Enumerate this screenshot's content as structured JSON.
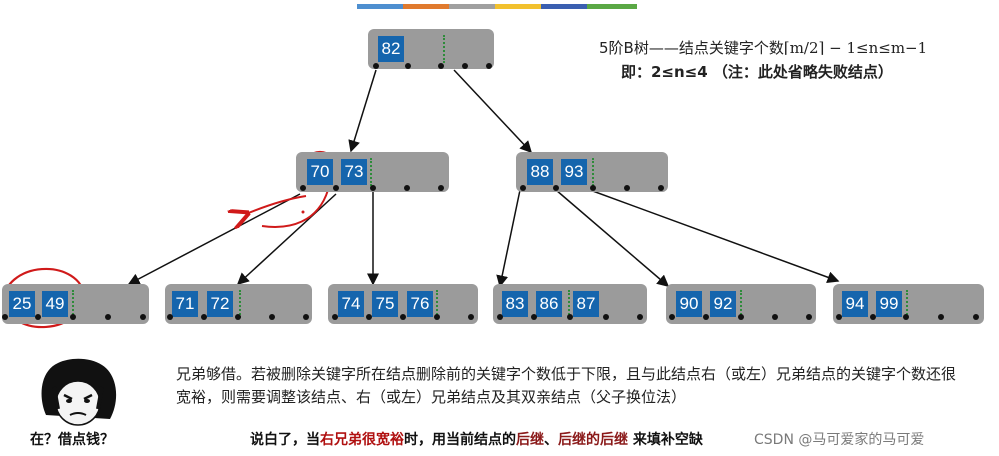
{
  "colors": {
    "key_fill": "#1565ad",
    "node_fill": "#9b9b9b",
    "separator": "#2e8b3a",
    "highlight_red": "#d01a1a",
    "colorbar": [
      "#4e8fd0",
      "#e07a2e",
      "#a0a0a0",
      "#f2c12e",
      "#3b5fb0",
      "#5aa845"
    ]
  },
  "header": {
    "line1_prefix": "5阶B树——结点关键字个数",
    "line1_formula": "⌈m/2⌉ − 1≤n≤m−1",
    "line2": "即：2≤n≤4 （注：此处省略失败结点）"
  },
  "tree": {
    "root": {
      "keys": [
        "82"
      ]
    },
    "level1": [
      {
        "keys": [
          "70",
          "73"
        ]
      },
      {
        "keys": [
          "88",
          "93"
        ]
      }
    ],
    "leaves": [
      {
        "keys": [
          "25",
          "49"
        ]
      },
      {
        "keys": [
          "71",
          "72"
        ]
      },
      {
        "keys": [
          "74",
          "75",
          "76"
        ]
      },
      {
        "keys": [
          "83",
          "86",
          "87"
        ]
      },
      {
        "keys": [
          "90",
          "92"
        ]
      },
      {
        "keys": [
          "94",
          "99"
        ]
      }
    ]
  },
  "explanation": {
    "paragraph": "兄弟够借。若被删除关键字所在结点删除前的关键字个数低于下限，且与此结点右（或左）兄弟结点的关键字个数还很宽裕，则需要调整该结点、右（或左）兄弟结点及其双亲结点（父子换位法）",
    "summary_pre": "说白了，当",
    "summary_red1": "右兄弟很宽裕",
    "summary_mid": "时，用当前结点的",
    "summary_red2": "后继",
    "summary_sep": "、",
    "summary_red3": "后继的后继",
    "summary_post": " 来填补空缺"
  },
  "meme": {
    "caption": "在？借点钱？"
  },
  "credit": "CSDN @马可爱家的马可爱"
}
